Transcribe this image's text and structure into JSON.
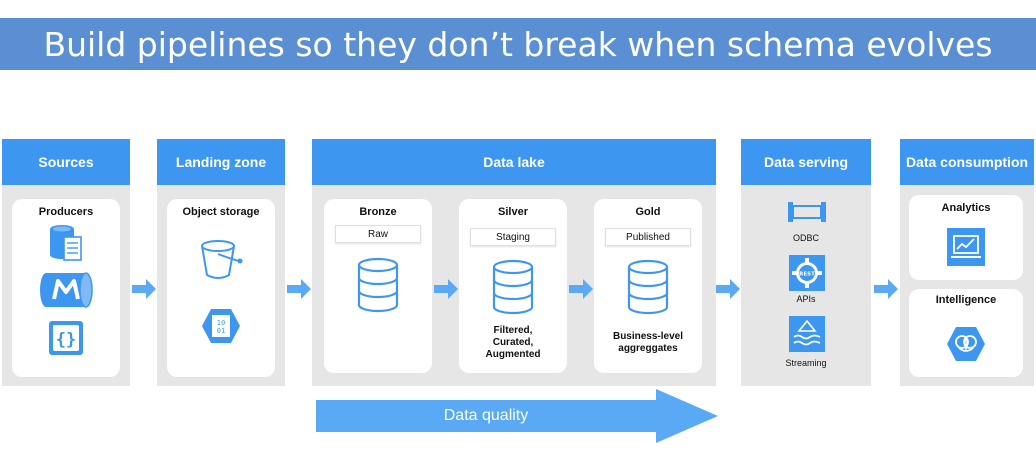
{
  "title": "Build pipelines so they don’t break when schema evolves",
  "stages": {
    "sources": {
      "header": "Sources",
      "card_title": "Producers",
      "icons": [
        "database-document-icon",
        "message-queue-icon",
        "json-braces-icon"
      ]
    },
    "landing": {
      "header": "Landing zone",
      "card_title": "Object storage",
      "icons": [
        "bucket-icon",
        "binary-file-icon"
      ]
    },
    "lake": {
      "header": "Data lake",
      "bronze": {
        "title": "Bronze",
        "tag": "Raw"
      },
      "silver": {
        "title": "Silver",
        "tag": "Staging",
        "note": [
          "Filtered,",
          "Curated,",
          "Augmented"
        ]
      },
      "gold": {
        "title": "Gold",
        "tag": "Published",
        "note": [
          "Business-level",
          "aggreggates"
        ]
      }
    },
    "serving": {
      "header": "Data serving",
      "items": [
        "ODBC",
        "APIs",
        "Streaming"
      ]
    },
    "consumption": {
      "header": "Data consumption",
      "analytics": "Analytics",
      "intelligence": "Intelligence"
    }
  },
  "quality_label": "Data quality",
  "colors": {
    "title_bg": "#5b8fd3",
    "header_bg": "#3d97f0",
    "panel_bg": "#e6e6e6",
    "arrow": "#5aa9f5",
    "icon_blue": "#3d97f0"
  }
}
